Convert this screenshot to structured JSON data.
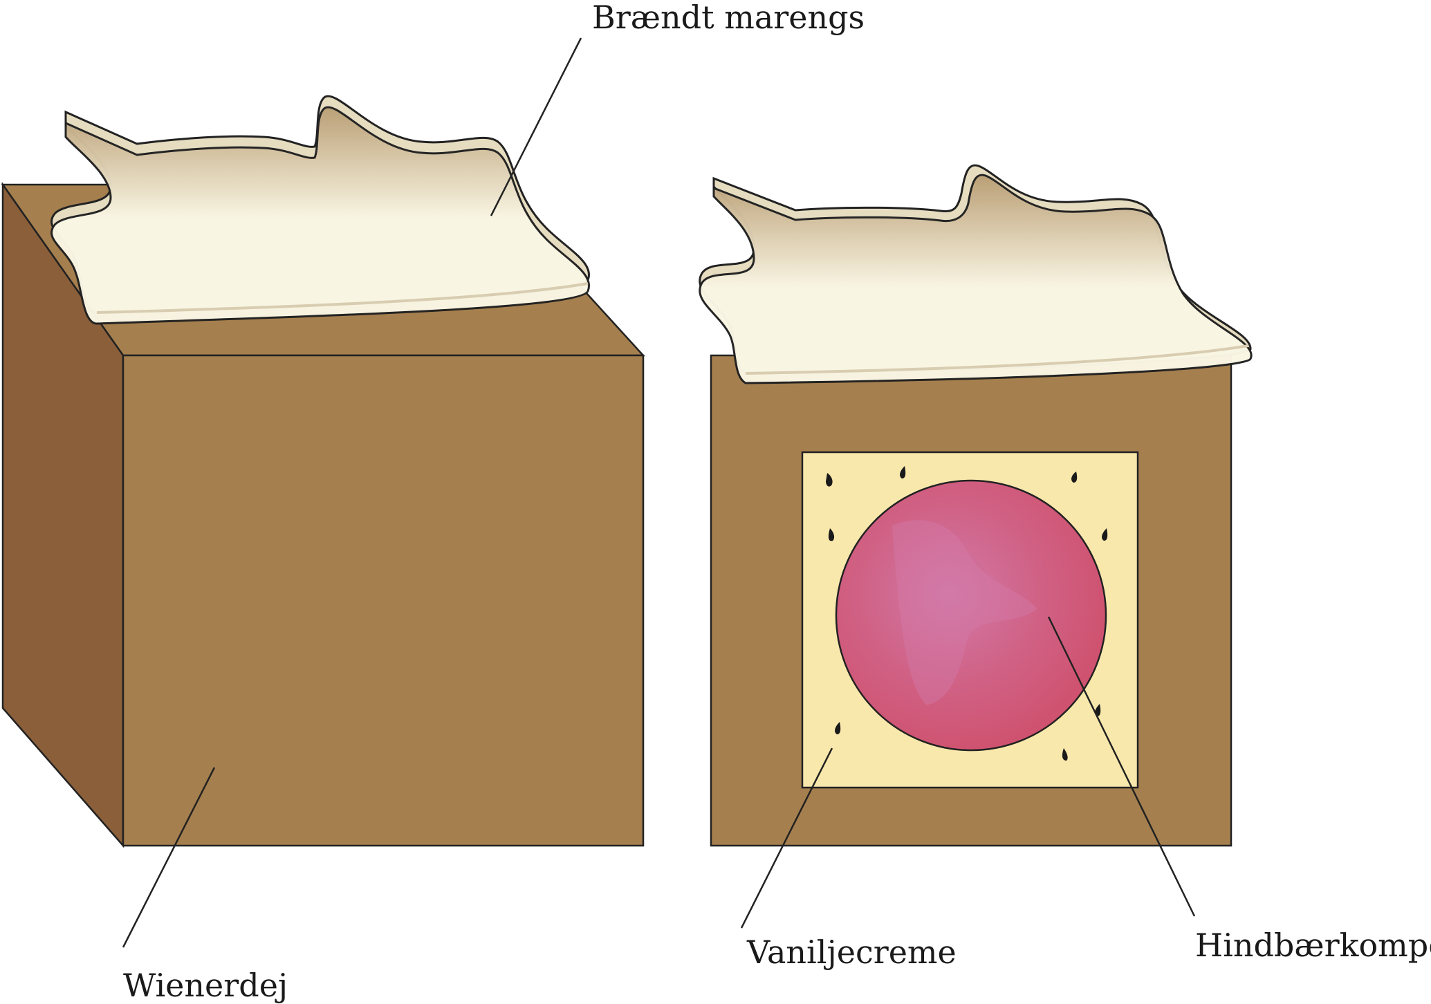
{
  "labels": {
    "meringue": "Brændt marengs",
    "dough": "Wienerdej",
    "cream": "Vaniljecreme",
    "compote": "Hindbærkompot"
  },
  "colors": {
    "dough_front": "#a57f4e",
    "dough_side": "#8a5f3a",
    "dough_top": "#a57f4e",
    "meringue_light": "#faf6e4",
    "meringue_toast": "#b89c72",
    "meringue_rim": "#e6dcc0",
    "cream": "#f9e8ac",
    "compote": "#cf4f6b",
    "compote_highlight": "#d27aa8",
    "seeds": "#1a1a1a",
    "outline": "#222222"
  }
}
